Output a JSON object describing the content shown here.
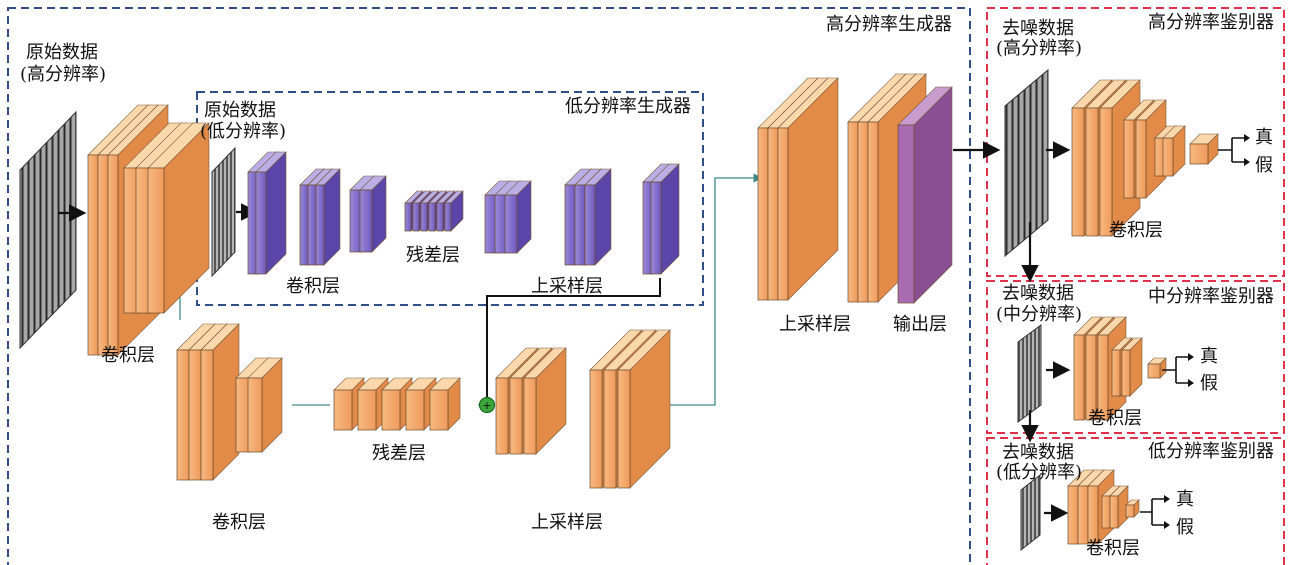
{
  "hr_generator": {
    "title": "高分辨率生成器",
    "input_label": "原始数据",
    "input_sublabel": "(高分辨率)",
    "conv_label": "卷积层",
    "residual_label": "残差层",
    "upsample_label": "上采样层",
    "upsample2_label": "上采样层",
    "output_label": "输出层",
    "bottom_conv_label": "卷积层"
  },
  "lr_generator": {
    "title": "低分辨率生成器",
    "input_label": "原始数据",
    "input_sublabel": "(低分辨率)",
    "conv_label": "卷积层",
    "residual_label": "残差层",
    "upsample_label": "上采样层"
  },
  "discriminators": [
    {
      "title": "高分辨率鉴别器",
      "input_label": "去噪数据",
      "input_sublabel": "(高分辨率)",
      "conv_label": "卷积层",
      "real": "真",
      "fake": "假"
    },
    {
      "title": "中分辨率鉴别器",
      "input_label": "去噪数据",
      "input_sublabel": "(中分辨率)",
      "conv_label": "卷积层",
      "real": "真",
      "fake": "假"
    },
    {
      "title": "低分辨率鉴别器",
      "input_label": "去噪数据",
      "input_sublabel": "(低分辨率)",
      "conv_label": "卷积层",
      "real": "真",
      "fake": "假"
    }
  ],
  "colors": {
    "orange_face": "#f3a464",
    "orange_light": "#fbd7ac",
    "purple_face": "#7b63c6",
    "blue_edge": "#3f7fbf",
    "output_face": "#a86bb0",
    "hr_box_border": "#2f4f86",
    "disc_box_border": "#e0334b",
    "flow_line": "#3e8a8a",
    "plus_node": "#3aa63a"
  }
}
